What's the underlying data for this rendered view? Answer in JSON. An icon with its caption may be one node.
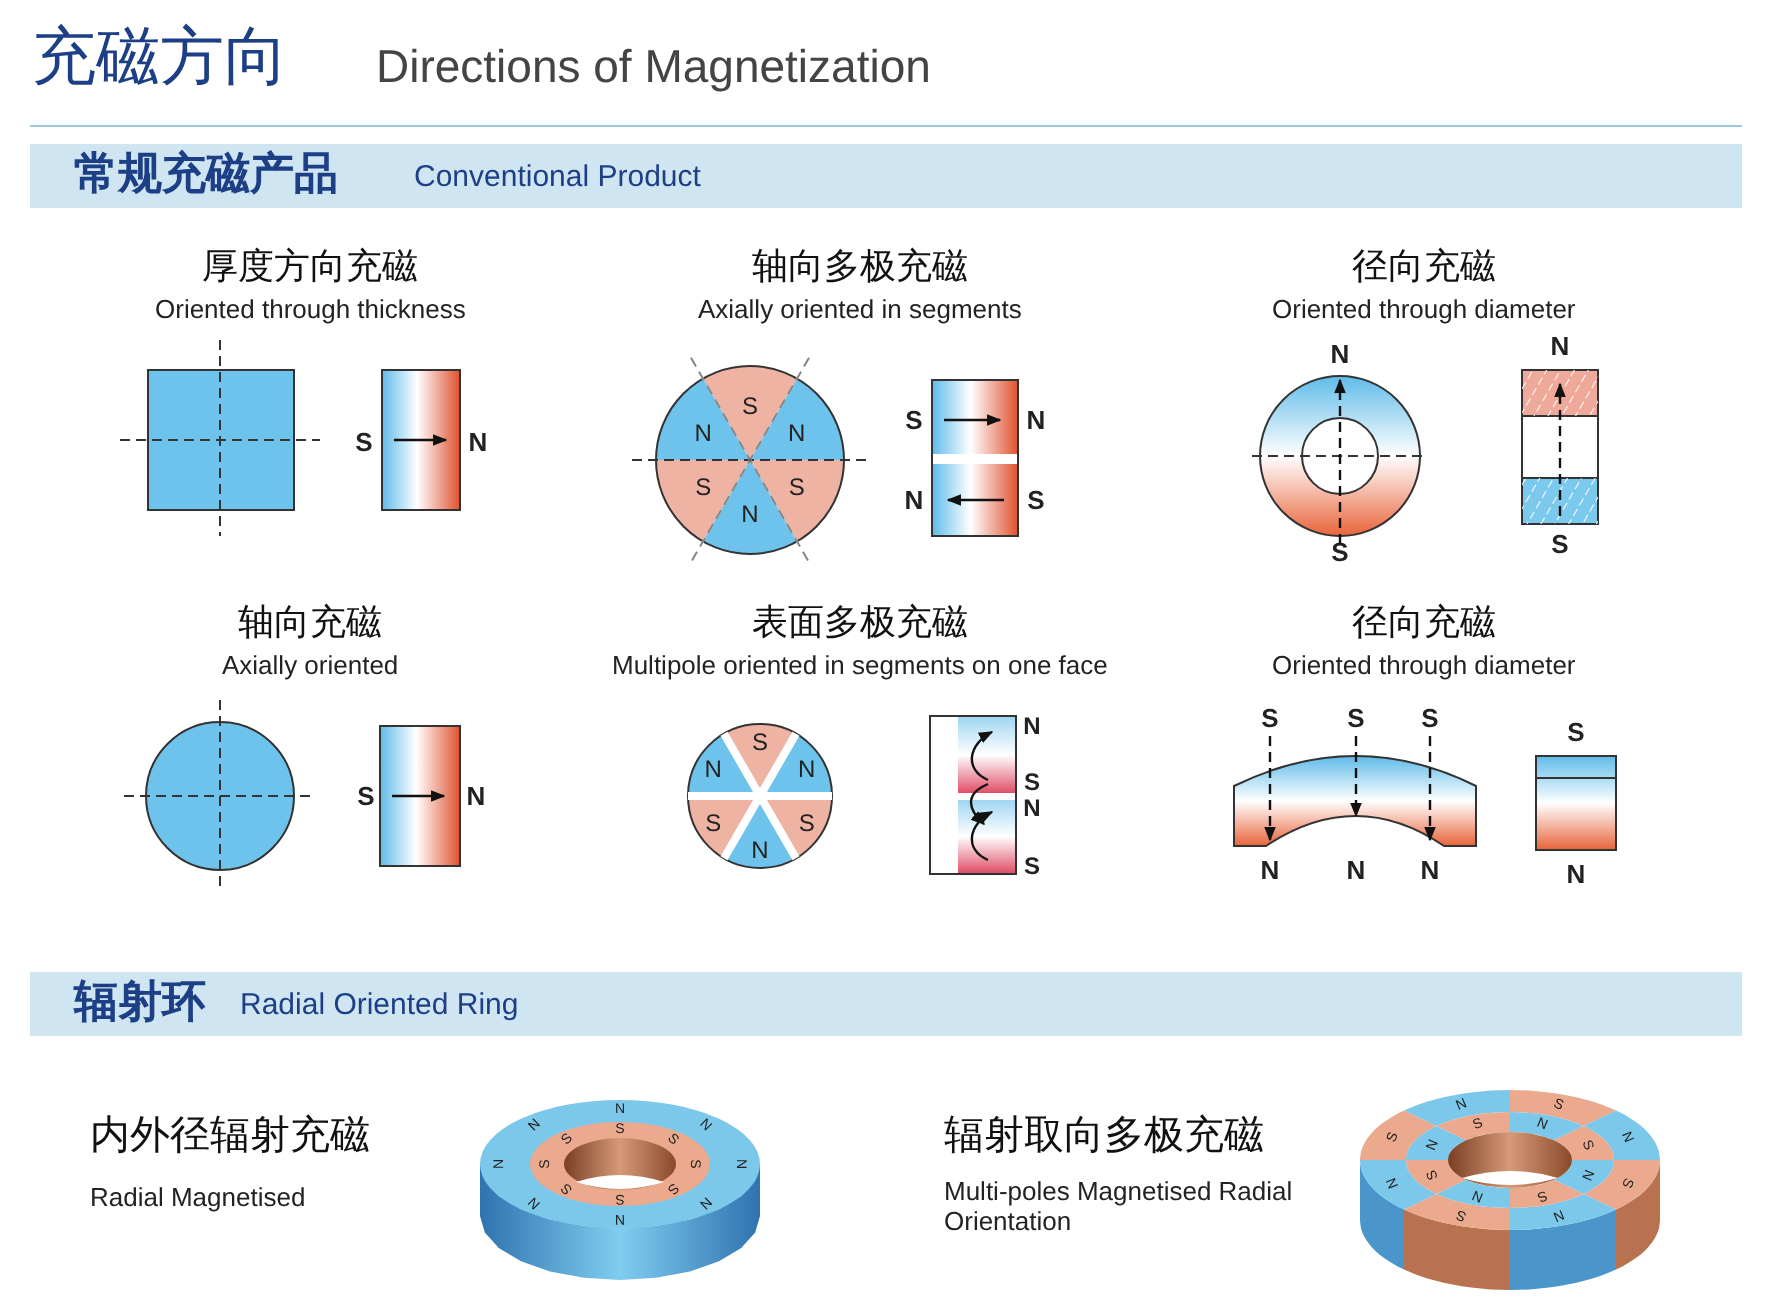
{
  "diagram": {
    "nodes": [
      {
        "text": [
          "常规充磁产品",
          "Conventional Product"
        ]
      },
      {
        "text": [
          "辐射环",
          "Radial Oriented Ring"
        ]
      }
    ],
    "labels": [
      "充磁方向",
      "Directions of Magnetization",
      "厚度方向充磁",
      "Oriented through thickness",
      "S",
      "N",
      "轴向多极充磁",
      "Axially oriented in segments",
      "S",
      "N",
      "N",
      "S",
      "S",
      "N",
      "S",
      "N",
      "N",
      "S",
      "径向充磁",
      "Oriented through diameter",
      "N",
      "S",
      "N",
      "S",
      "轴向充磁",
      "Axially oriented",
      "S",
      "N",
      "表面多极充磁",
      "Multipole oriented in segments on one face",
      "S",
      "N",
      "N",
      "S",
      "S",
      "N",
      "N",
      "S",
      "N",
      "S",
      "径向充磁",
      "Oriented through diameter",
      "S",
      "S",
      "S",
      "N",
      "N",
      "N",
      "S",
      "N",
      "内外径辐射充磁",
      "Radial Magnetised",
      "N",
      "N",
      "S",
      "N",
      "S",
      "S",
      "N",
      "S",
      "S",
      "N",
      "S",
      "S",
      "N",
      "S",
      "N",
      "N",
      "辐射取向多极充磁",
      "Multi-poles Magnetised Radial Orientation",
      "N",
      "S",
      "S",
      "N",
      "S",
      "N",
      "S",
      "N",
      "N",
      "S",
      "N",
      "S",
      "N",
      "S",
      "S",
      "N"
    ]
  }
}
